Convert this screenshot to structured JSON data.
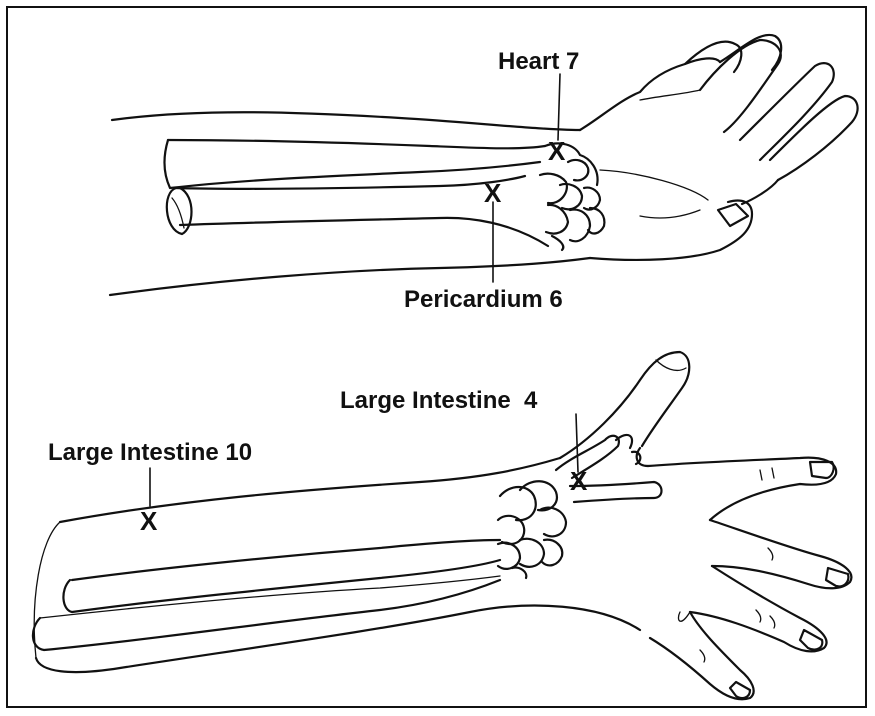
{
  "points": {
    "heart_7": {
      "label": "Heart 7",
      "marker": "X"
    },
    "pericardium_6": {
      "label": "Pericardium 6",
      "marker": "X"
    },
    "large_intestine_4": {
      "label": "Large Intestine  4",
      "marker": "X"
    },
    "large_intestine_10": {
      "label": "Large Intestine 10",
      "marker": "X"
    }
  }
}
